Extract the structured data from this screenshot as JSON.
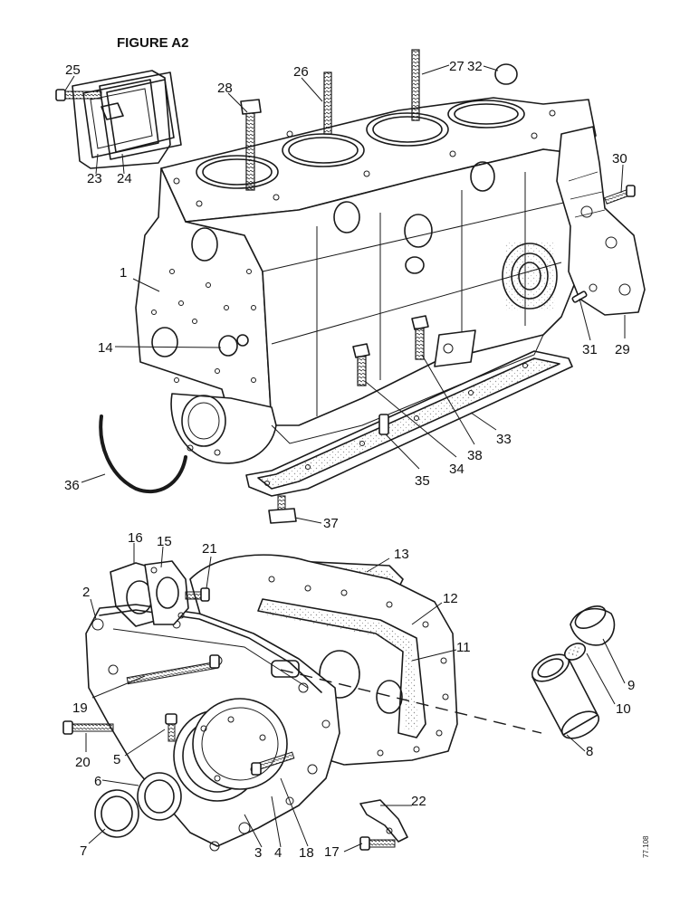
{
  "figure_title": "FIGURE A2",
  "drawing_ref": "77.108",
  "callouts": {
    "c1": "1",
    "c2": "2",
    "c3": "3",
    "c4": "4",
    "c5": "5",
    "c6": "6",
    "c7": "7",
    "c8": "8",
    "c9": "9",
    "c10": "10",
    "c11": "11",
    "c12": "12",
    "c13": "13",
    "c14": "14",
    "c15": "15",
    "c16": "16",
    "c17": "17",
    "c18": "18",
    "c19": "19",
    "c20": "20",
    "c21": "21",
    "c22": "22",
    "c23": "23",
    "c24": "24",
    "c25": "25",
    "c26": "26",
    "c27": "27",
    "c28": "28",
    "c29": "29",
    "c30": "30",
    "c31": "31",
    "c32": "32",
    "c33": "33",
    "c34": "34",
    "c35": "35",
    "c36": "36",
    "c37": "37",
    "c38": "38"
  }
}
